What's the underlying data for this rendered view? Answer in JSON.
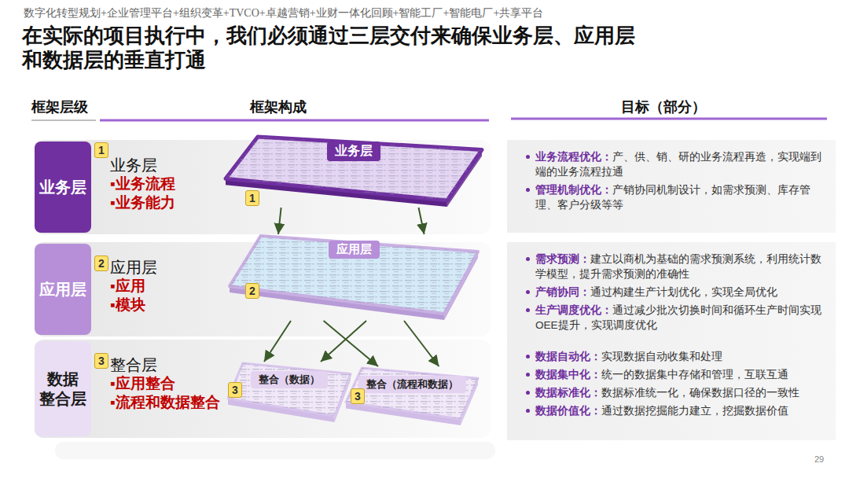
{
  "diagram": {
    "title": "在实际的项目执行中，我们必须通过三层交付来确保业务层、应用层和数据层的垂直打通",
    "nodes": [
      {
        "text": [
          "业务层",
          "▪业务流程",
          "▪业务能力"
        ]
      },
      {
        "text": [
          "业务层"
        ],
        "in": 0
      },
      {
        "text": [
          "业务层"
        ]
      },
      {
        "text": [
          "业务流程优化：",
          "产、供、销、研的业务流程再造，实现端到端的业务流程拉通",
          "管理机制优化：",
          "产销协同机制设计，如需求预测、库存管理、客户分级等等"
        ]
      },
      {
        "text": [
          "应用层",
          "▪应用",
          "▪模块"
        ]
      },
      {
        "text": [
          "应用层"
        ],
        "in": 4
      },
      {
        "text": [
          "应用层"
        ]
      },
      {
        "text": [
          "需求预测：",
          "建立以商机为基础的需求预测系统，利用统计数学模型，提升需求预测的准确性",
          "产销协同：",
          "通过构建生产计划优化，实现全局优化",
          "生产调度优化：",
          "通过减少批次切换时间和循环生产时间实现OEE提升，实现调度优化"
        ]
      },
      {
        "text": [
          "整合层",
          "▪应用整合",
          "▪流程和数据整合"
        ]
      },
      {
        "text": [
          "数据 整合层"
        ],
        "in": 8
      },
      {
        "text": [
          "整合（数据）"
        ]
      },
      {
        "text": [
          "整合（流程和数据）"
        ]
      },
      {
        "text": [
          "数据自动化：",
          "实现数据自动收集和处理",
          "数据集中化：",
          "统一的数据集中存储和管理，互联互通",
          "数据标准化：",
          "数据标准统一化，确保数据口径的一致性",
          "数据价值化：",
          "通过数据挖掘能力建立，挖掘数据价值"
        ]
      }
    ],
    "edges": [
      {
        "from": 2,
        "to": 6,
        "arrow": "to"
      },
      {
        "from": 2,
        "to": 6,
        "arrow": "to"
      },
      {
        "from": 6,
        "to": 10,
        "arrow": "to"
      },
      {
        "from": 6,
        "to": 11,
        "arrow": "to"
      },
      {
        "from": 6,
        "to": 10,
        "arrow": "to"
      },
      {
        "from": 6,
        "to": 11,
        "arrow": "to"
      }
    ],
    "labels": [
      "数字化转型规划+企业管理平台+组织变革+TVCO+卓越营销+业财一体化回顾+智能工厂+智能电厂+共享平台",
      "框架层级",
      "框架构成",
      "目标（部分）",
      "1",
      "1",
      "2",
      "2",
      "3",
      "3",
      "3",
      "29"
    ]
  }
}
